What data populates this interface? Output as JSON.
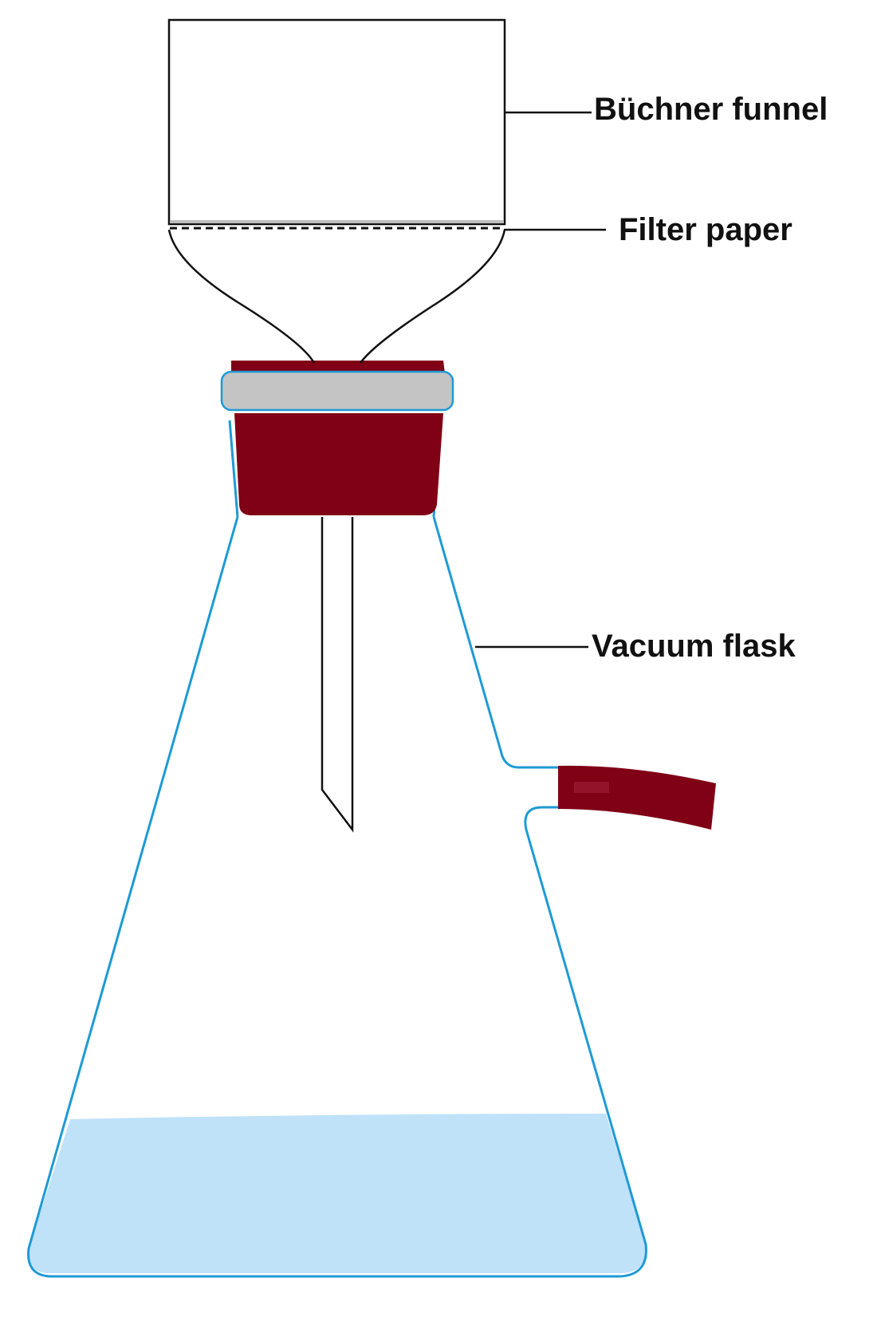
{
  "labels": {
    "buchner_funnel": "Büchner funnel",
    "filter_paper": "Filter paper",
    "vacuum_flask": "Vacuum flask"
  },
  "colors": {
    "outline": "#111111",
    "glass": "#1e9ad6",
    "rubber": "#800015",
    "gasket": "#c4c4c4",
    "liquid": "#bfe2f9"
  }
}
